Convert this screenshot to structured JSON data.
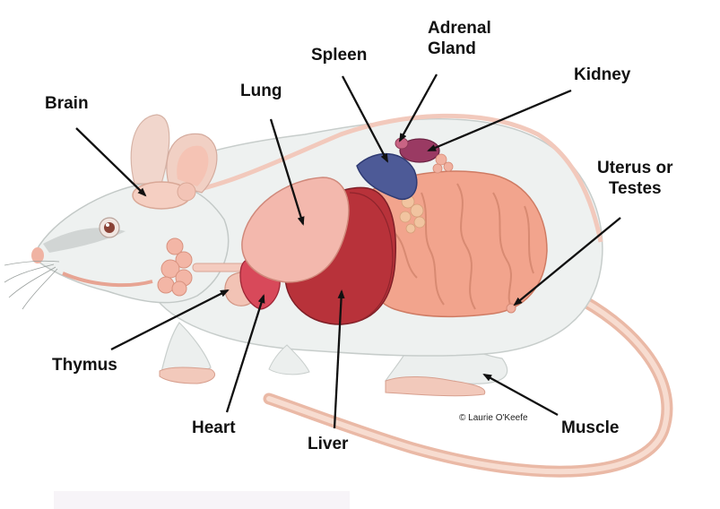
{
  "labels": {
    "brain": "Brain",
    "lung": "Lung",
    "spleen": "Spleen",
    "adrenal_line1": "Adrenal",
    "adrenal_line2": "Gland",
    "kidney": "Kidney",
    "uterus_line1": "Uterus or",
    "uterus_line2": "Testes",
    "thymus": "Thymus",
    "heart": "Heart",
    "liver": "Liver",
    "muscle": "Muscle"
  },
  "credit": "© Laurie O'Keefe",
  "colors": {
    "fur": "#eef1f0",
    "skin_pink": "#f3c2b0",
    "intestine": "#f2a48d",
    "liver": "#b8323a",
    "lung": "#f3b8ad",
    "spleen": "#4d5a97",
    "kidney": "#9a3a63",
    "tail": "#f2c8b8",
    "leader_line": "#111111"
  }
}
